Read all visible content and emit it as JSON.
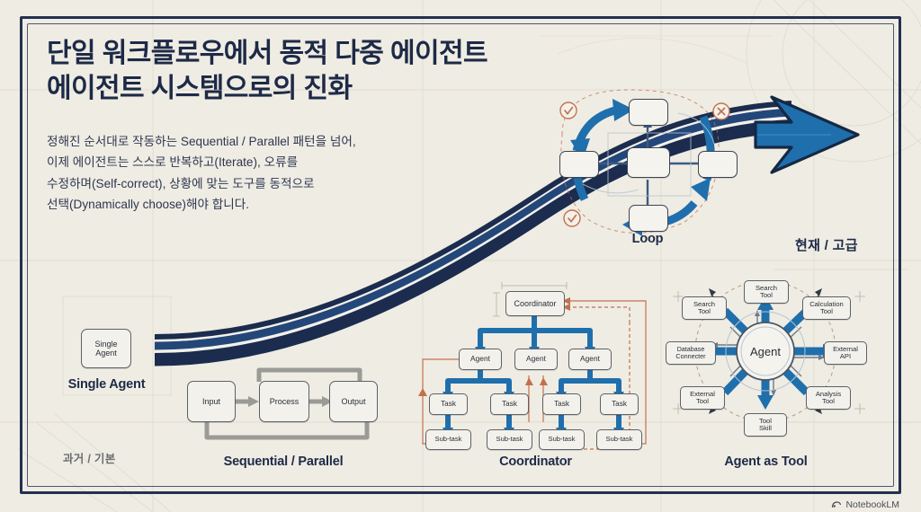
{
  "poster": {
    "headline": "단일 워크플로우에서 동적 다중 에이전트\n에이전트 시스템으로의 진화",
    "subcopy": "정해진 순서대로 작동하는 Sequential / Parallel 패턴을 넘어,\n이제 에이전트는 스스로 반복하고(Iterate), 오류를\n수정하며(Self-correct), 상황에 맞는 도구를 동적으로\n선택(Dynamically choose)해야 합니다.",
    "era_past": "과거 / 기본",
    "era_now": "현재 / 고급",
    "watermark": "NotebookLM"
  },
  "colors": {
    "background": "#efece3",
    "frame_navy": "#23304f",
    "heading_navy": "#1d2a47",
    "arrow_blue": "#1f6fad",
    "arrow_navy": "#1b2c4e",
    "flow_gray": "#9a9a96",
    "accent_terracotta": "#c2714e",
    "node_fill": "#f2f1ec",
    "node_stroke": "#5d6166"
  },
  "sections": {
    "single_agent": {
      "caption": "Single Agent",
      "node": "Single\nAgent"
    },
    "sequential": {
      "caption": "Sequential / Parallel",
      "nodes": [
        "Input",
        "Process",
        "Output"
      ]
    },
    "loop": {
      "caption": "Loop",
      "nodes": [
        "",
        "",
        "",
        "",
        ""
      ],
      "status_icons": [
        "check",
        "cross",
        "check"
      ]
    },
    "coordinator": {
      "caption": "Coordinator",
      "root": "Coordinator",
      "agents": [
        "Agent",
        "Agent",
        "Agent"
      ],
      "tasks": [
        "Task",
        "Task",
        "Task",
        "Task"
      ],
      "subtasks": [
        "Sub-task",
        "Sub-task",
        "Sub-task",
        "Sub-task"
      ]
    },
    "agent_as_tool": {
      "caption": "Agent as Tool",
      "center": "Agent",
      "tools": [
        "Search\nTool",
        "Calculation\nTool",
        "External\nAPI",
        "Analysis\nTool",
        "Tool\nSkill",
        "External\nTool",
        "Database\nConnecter",
        "Search\nTool"
      ]
    }
  }
}
